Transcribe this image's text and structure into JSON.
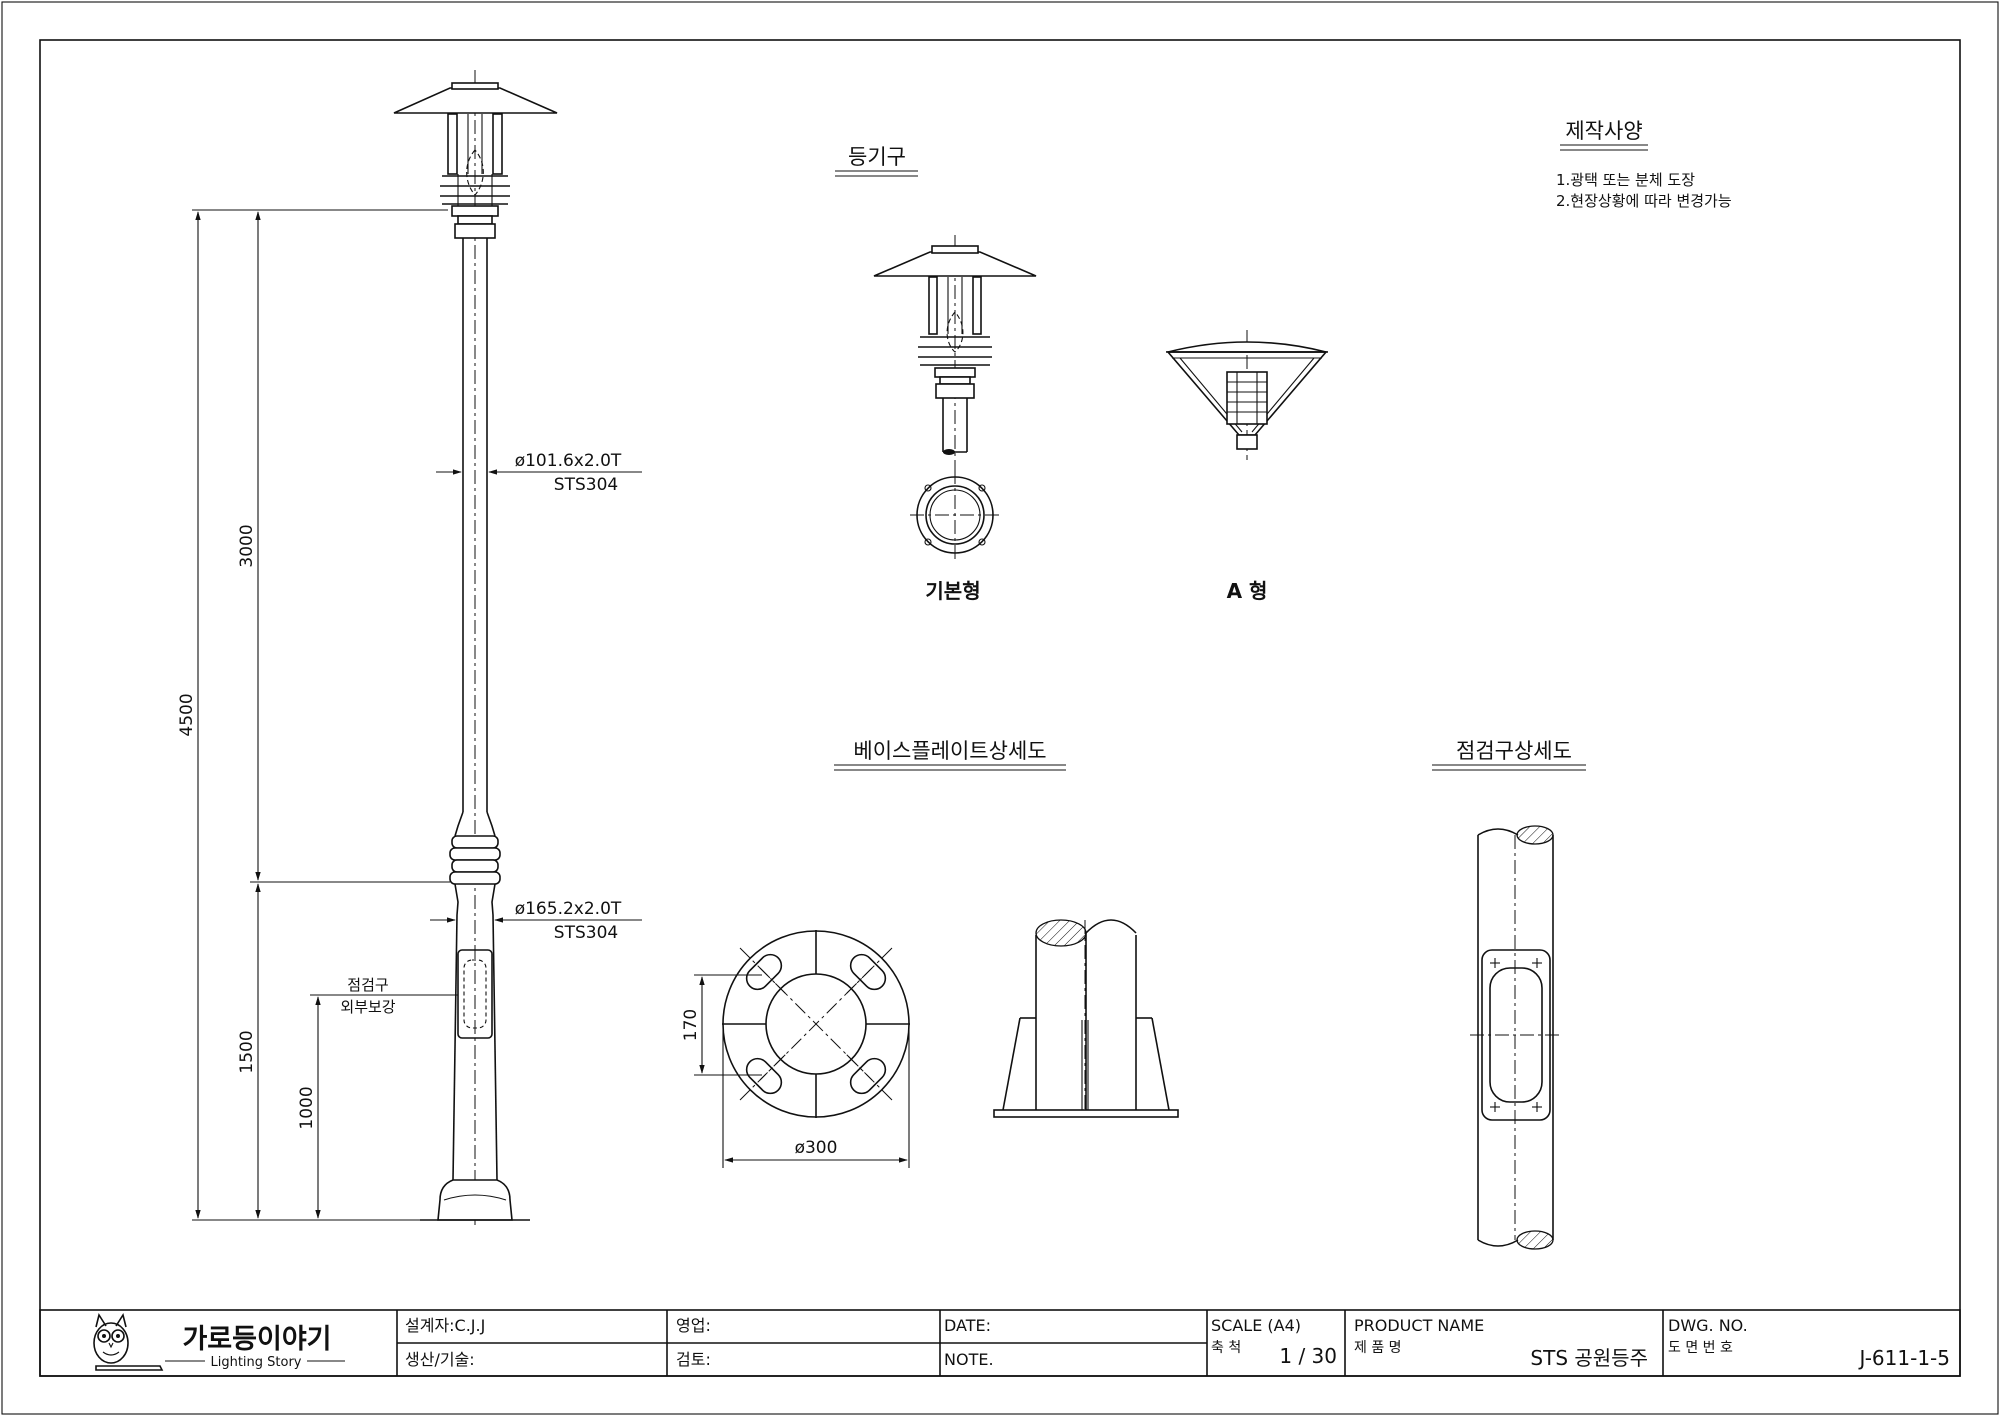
{
  "views": {
    "fixture_title": "등기구",
    "basic_label": "기본형",
    "type_a_label": "A 형",
    "baseplate_title": "베이스플레이트상세도",
    "inspection_title": "점검구상세도"
  },
  "spec": {
    "title": "제작사양",
    "line1": "1.광택 또는 분체 도장",
    "line2": "2.현장상황에 따라 변경가능"
  },
  "pole": {
    "upper_pipe": "ø101.6x2.0T",
    "upper_material": "STS304",
    "lower_pipe": "ø165.2x2.0T",
    "lower_material": "STS304",
    "inspection_label": "점검구",
    "reinforce_label": "외부보강"
  },
  "dimensions": {
    "total": "4500",
    "upper": "3000",
    "lower": "1500",
    "inspection_height": "1000",
    "plate_hole": "170",
    "plate_diameter": "ø300"
  },
  "title_block": {
    "company_name": "가로등이야기",
    "company_sub": "Lighting Story",
    "designer": "설계자:C.J.J",
    "sales": "영업:",
    "date": "DATE:",
    "scale_label": "SCALE (A4)",
    "scale_kr": "축 척",
    "scale_value": "1 / 30",
    "product_label": "PRODUCT NAME",
    "product_kr": "제 품 명",
    "product_value": "STS 공원등주",
    "dwg_label": "DWG. NO.",
    "dwg_kr": "도 면 번 호",
    "dwg_value": "J-611-1-5",
    "production": "생산/기술:",
    "review": "검토:",
    "note": "NOTE."
  }
}
